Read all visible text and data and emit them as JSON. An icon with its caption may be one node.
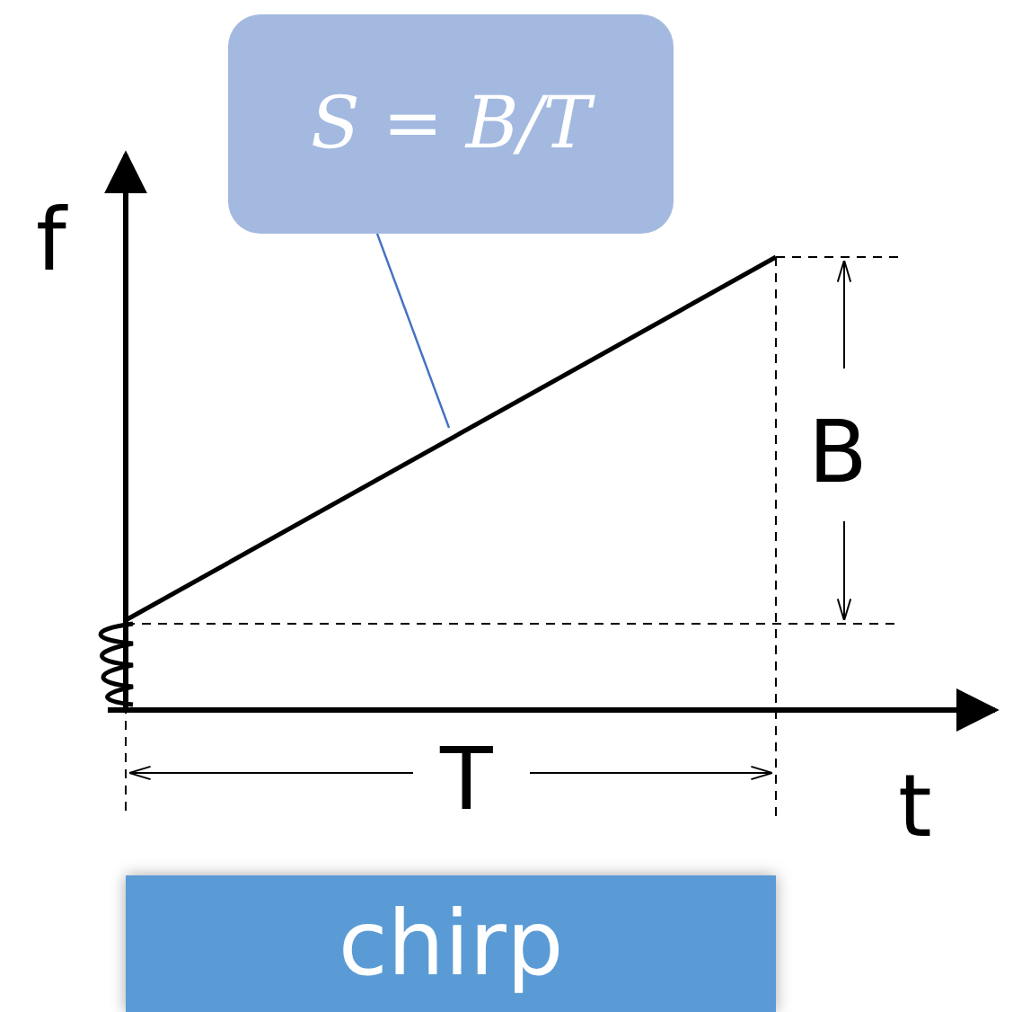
{
  "diagram": {
    "nodes": [
      {
        "text": [
          "S = B/T"
        ]
      },
      {
        "text": [],
        "shape": "line"
      },
      {
        "text": [
          "chirp"
        ]
      }
    ],
    "edges": [
      {
        "from": 0,
        "to": 1,
        "arrow": "none"
      }
    ],
    "labels": [
      "f",
      "B",
      "T",
      "t"
    ]
  }
}
